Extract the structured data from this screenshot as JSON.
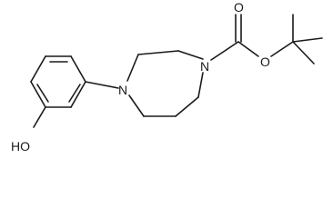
{
  "molecule": {
    "atoms": {
      "N_ring_aryl": "N",
      "N_ring_carbamate": "N",
      "O_carbonyl": "O",
      "O_ester": "O",
      "OH": "HO"
    },
    "colors": {
      "bond": "#1a1a1a",
      "background": "#ffffff"
    }
  }
}
